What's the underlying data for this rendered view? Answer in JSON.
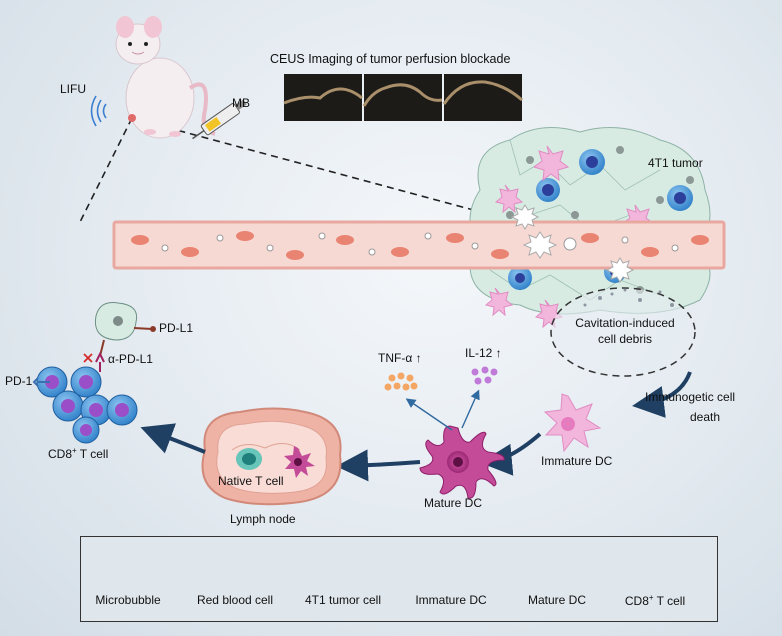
{
  "labels": {
    "ceus_title": "CEUS Imaging of tumor perfusion blockade",
    "lifu": "LIFU",
    "mb": "MB",
    "tumor": "4T1 tumor",
    "cavitation_line1": "Cavitation-induced",
    "cavitation_line2": "cell debris",
    "immunogenic_line1": "Immunogetic cell",
    "immunogenic_line2": "death",
    "immature_dc": "Immature DC",
    "mature_dc": "Mature DC",
    "tnf": "TNF-α ↑",
    "il12": "IL-12 ↑",
    "lymph_node": "Lymph node",
    "native_t_cell": "Native T cell",
    "pd_l1": "PD-L1",
    "anti_pd_l1": "α-PD-L1",
    "pd_1": "PD-1",
    "cd8_base": "CD8",
    "cd8_sup": "+",
    "cd8_rest": " T cell"
  },
  "legend": {
    "microbubble": "Microbubble",
    "red_blood_cell": "Red blood cell",
    "tumor_cell": "4T1 tumor cell",
    "immature_dc": "Immature DC",
    "mature_dc": "Mature DC",
    "cd8_base": "CD8",
    "cd8_sup": "+",
    "cd8_rest": " T cell"
  },
  "colors": {
    "vessel_fill": "#f7d9d4",
    "vessel_wall": "#e9a89f",
    "rbc": "#e98372",
    "tumor_cell": "#d7ebe3",
    "immature_dc": "#f2b5dc",
    "mature_dc": "#b2338a",
    "t_cell": "#3d8fd6",
    "t_cell_nucleus": "#9a4fc8",
    "lymph_node": "#efb3a6",
    "arrow": "#1f3f63"
  }
}
